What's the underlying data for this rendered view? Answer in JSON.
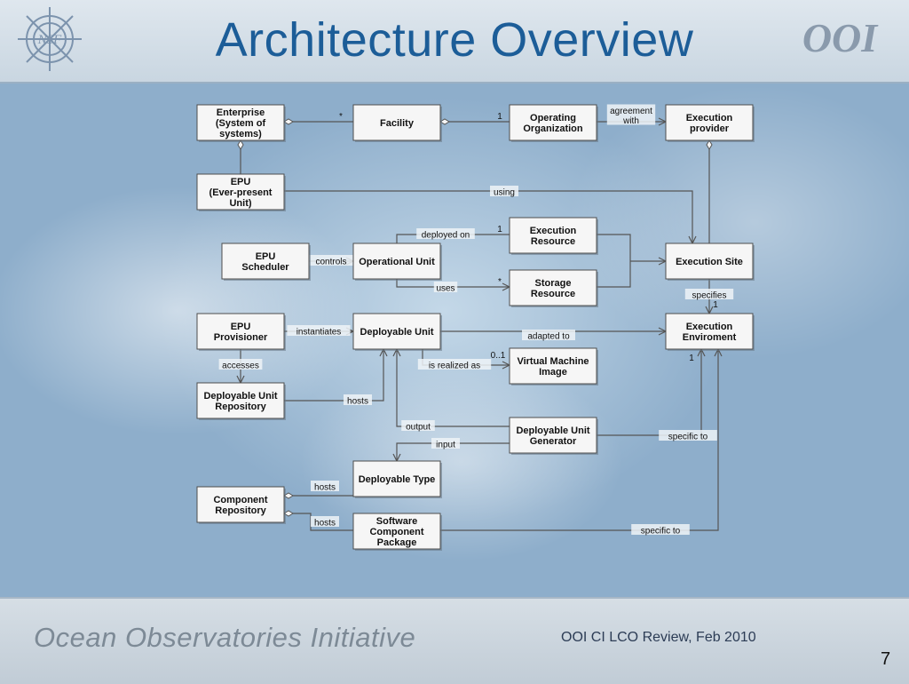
{
  "slide": {
    "title": "Architecture Overview",
    "footer_org": "Ocean Observatories Initiative",
    "footer_review": "OOI CI LCO Review, Feb 2010",
    "page_number": "7",
    "logo_nsf_text": "NSF",
    "logo_ooi_text": "OOI"
  },
  "colors": {
    "title": "#1c5d98",
    "box_fill": "#f6f6f6",
    "box_stroke": "#4d4d4d",
    "edge": "#555555"
  },
  "diagram": {
    "nodes": [
      {
        "id": "enterprise",
        "lines": [
          "Enterprise",
          "(System of",
          "systems)"
        ]
      },
      {
        "id": "facility",
        "lines": [
          "Facility"
        ]
      },
      {
        "id": "operating-org",
        "lines": [
          "Operating",
          "Organization"
        ]
      },
      {
        "id": "execution-provider",
        "lines": [
          "Execution",
          "provider"
        ]
      },
      {
        "id": "epu",
        "lines": [
          "EPU",
          "(Ever-present",
          "Unit)"
        ]
      },
      {
        "id": "epu-scheduler",
        "lines": [
          "EPU",
          "Scheduler"
        ]
      },
      {
        "id": "operational-unit",
        "lines": [
          "Operational Unit"
        ]
      },
      {
        "id": "execution-resource",
        "lines": [
          "Execution",
          "Resource"
        ]
      },
      {
        "id": "storage-resource",
        "lines": [
          "Storage",
          "Resource"
        ]
      },
      {
        "id": "execution-site",
        "lines": [
          "Execution Site"
        ]
      },
      {
        "id": "epu-provisioner",
        "lines": [
          "EPU",
          "Provisioner"
        ]
      },
      {
        "id": "deployable-unit",
        "lines": [
          "Deployable Unit"
        ]
      },
      {
        "id": "execution-environment",
        "lines": [
          "Execution",
          "Enviroment"
        ]
      },
      {
        "id": "vm-image",
        "lines": [
          "Virtual Machine",
          "Image"
        ]
      },
      {
        "id": "du-repository",
        "lines": [
          "Deployable Unit",
          "Repository"
        ]
      },
      {
        "id": "du-generator",
        "lines": [
          "Deployable Unit",
          "Generator"
        ]
      },
      {
        "id": "deployable-type",
        "lines": [
          "Deployable Type"
        ]
      },
      {
        "id": "component-repository",
        "lines": [
          "Component",
          "Repository"
        ]
      },
      {
        "id": "software-package",
        "lines": [
          "Software",
          "Component",
          "Package"
        ]
      }
    ],
    "edges": [
      {
        "id": "enterprise-facility",
        "label": "",
        "mult": "*"
      },
      {
        "id": "facility-operating-org",
        "label": "",
        "mult": "1"
      },
      {
        "id": "operating-org-provider",
        "label": "agreement\nwith",
        "mult": ""
      },
      {
        "id": "epu-enterprise",
        "label": "",
        "mult": ""
      },
      {
        "id": "epu-using-site",
        "label": "using",
        "mult": ""
      },
      {
        "id": "site-provider",
        "label": "",
        "mult": ""
      },
      {
        "id": "opunit-deployed-on",
        "label": "deployed on",
        "mult": "1"
      },
      {
        "id": "opunit-uses",
        "label": "uses",
        "mult": "*"
      },
      {
        "id": "resources-site",
        "label": "",
        "mult": ""
      },
      {
        "id": "scheduler-controls",
        "label": "controls",
        "mult": ""
      },
      {
        "id": "site-specifies-env",
        "label": "specifies",
        "mult": "1"
      },
      {
        "id": "provisioner-instantiates",
        "label": "instantiates",
        "mult": ""
      },
      {
        "id": "du-adapted-to",
        "label": "adapted to",
        "mult": ""
      },
      {
        "id": "du-realized-as",
        "label": "is realized as",
        "mult": "0..1"
      },
      {
        "id": "provisioner-accesses",
        "label": "accesses",
        "mult": ""
      },
      {
        "id": "repo-hosts-du",
        "label": "hosts",
        "mult": ""
      },
      {
        "id": "generator-output",
        "label": "output",
        "mult": ""
      },
      {
        "id": "generator-input",
        "label": "input",
        "mult": ""
      },
      {
        "id": "generator-specific-to",
        "label": "specific to",
        "mult": "1"
      },
      {
        "id": "comprepo-hosts-type",
        "label": "hosts",
        "mult": ""
      },
      {
        "id": "comprepo-hosts-package",
        "label": "hosts",
        "mult": ""
      },
      {
        "id": "package-specific-to",
        "label": "specific to",
        "mult": ""
      }
    ]
  }
}
